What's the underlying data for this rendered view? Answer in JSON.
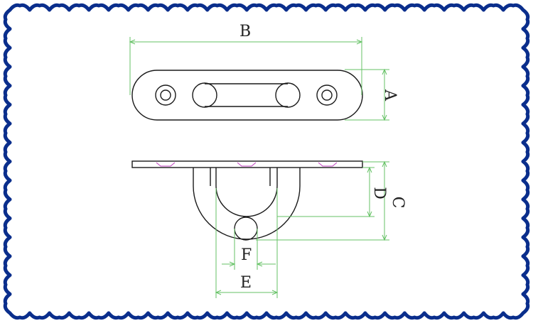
{
  "drawing": {
    "border_color": "#0a2e8c",
    "dimension_color": "#66c266",
    "line_color": "#1a1a1a",
    "labels": {
      "a": "A",
      "b": "B",
      "c": "C",
      "d": "D",
      "e": "E",
      "f": "F"
    }
  }
}
